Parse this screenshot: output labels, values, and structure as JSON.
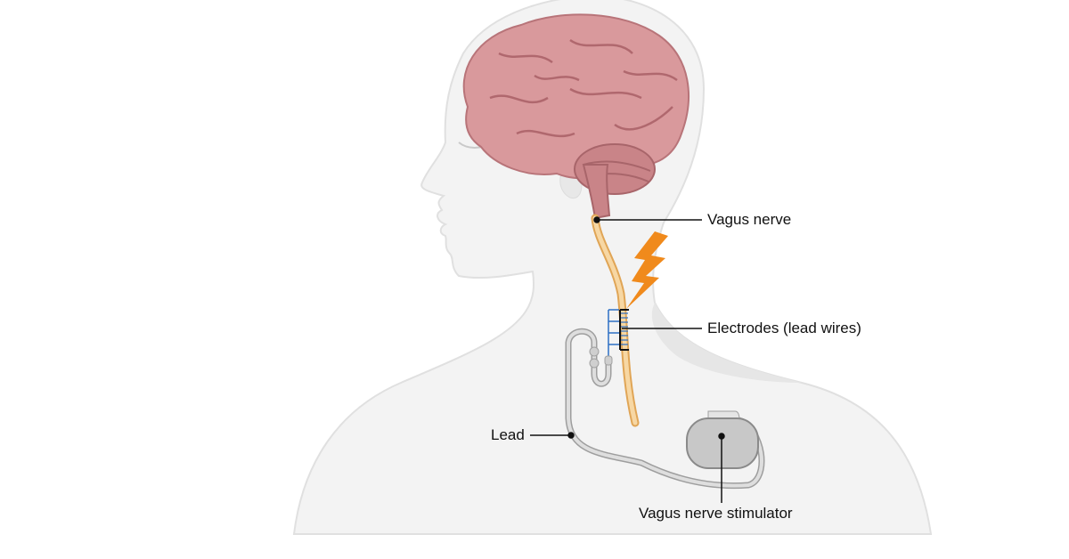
{
  "labels": {
    "vagus_nerve": "Vagus nerve",
    "electrodes": "Electrodes (lead wires)",
    "lead": "Lead",
    "stimulator": "Vagus nerve stimulator"
  },
  "colors": {
    "skin": "#f2f2f2",
    "outline": "#e2e2e2",
    "brain": "#d9999c",
    "brain_dark": "#a8656a",
    "nerve": "#f5c98a",
    "nerve_edge": "#e0a556",
    "lightning": "#f08a1c",
    "electrode_wire": "#2d6fc4",
    "device": "#c8c8c8",
    "lead": "#d3d3d3"
  }
}
